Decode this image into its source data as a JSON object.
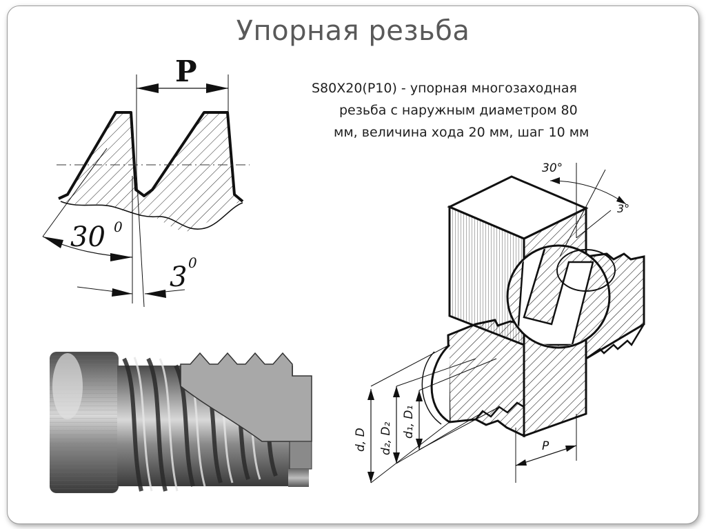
{
  "slide": {
    "title": "Упорная резьба",
    "description": [
      "S80X20(P10) - упорная многозаходная",
      "резьба с наружным диаметром 80",
      "мм, величина хода 20 мм, шаг 10 мм"
    ]
  },
  "profile_drawing": {
    "pitch_label": "P",
    "angle_30": "30",
    "angle_3": "3",
    "degree_mark": "0"
  },
  "section_drawing": {
    "angle_30": "30°",
    "angle_3": "3°",
    "pitch_label": "P",
    "dim_d": "d, D",
    "dim_d2": "d₂, D₂",
    "dim_d1": "d₁, D₁"
  }
}
